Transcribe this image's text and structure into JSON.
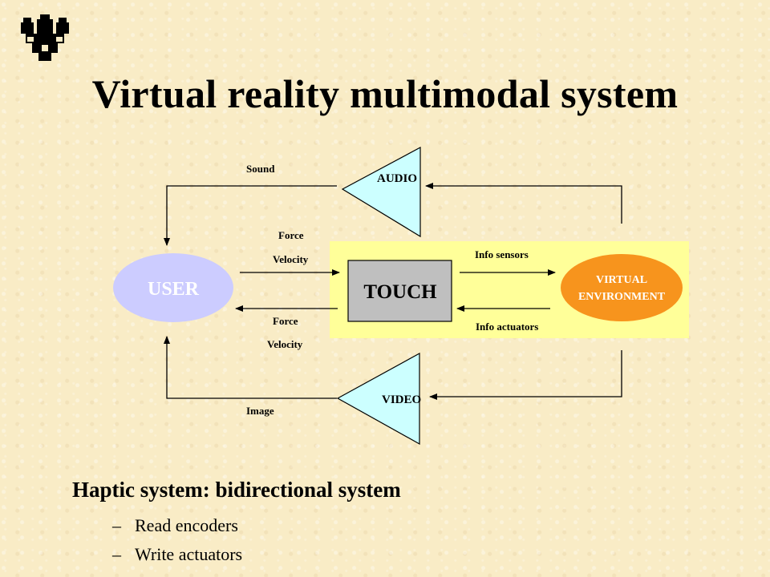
{
  "slide": {
    "title": "Virtual reality multimodal system"
  },
  "diagram": {
    "user": "USER",
    "touch": "TOUCH",
    "virtual_env_line1": "VIRTUAL",
    "virtual_env_line2": "ENVIRONMENT",
    "audio": "AUDIO",
    "video": "VIDEO",
    "sound": "Sound",
    "image": "Image",
    "force_top": "Force",
    "velocity_top": "Velocity",
    "force_bottom": "Force",
    "velocity_bottom": "Velocity",
    "info_sensors": "Info sensors",
    "info_actuators": "Info actuators",
    "colors": {
      "user_fill": "#ccccff",
      "touch_fill": "#bfbfbf",
      "haptic_panel": "#ffff99",
      "virtual_env_fill": "#f7941d",
      "triangle_fill": "#ccffff"
    }
  },
  "content": {
    "heading": "Haptic system: bidirectional system",
    "bullets": [
      {
        "dash": "–",
        "text": "Read encoders"
      },
      {
        "dash": "–",
        "text": "Write actuators"
      }
    ]
  }
}
